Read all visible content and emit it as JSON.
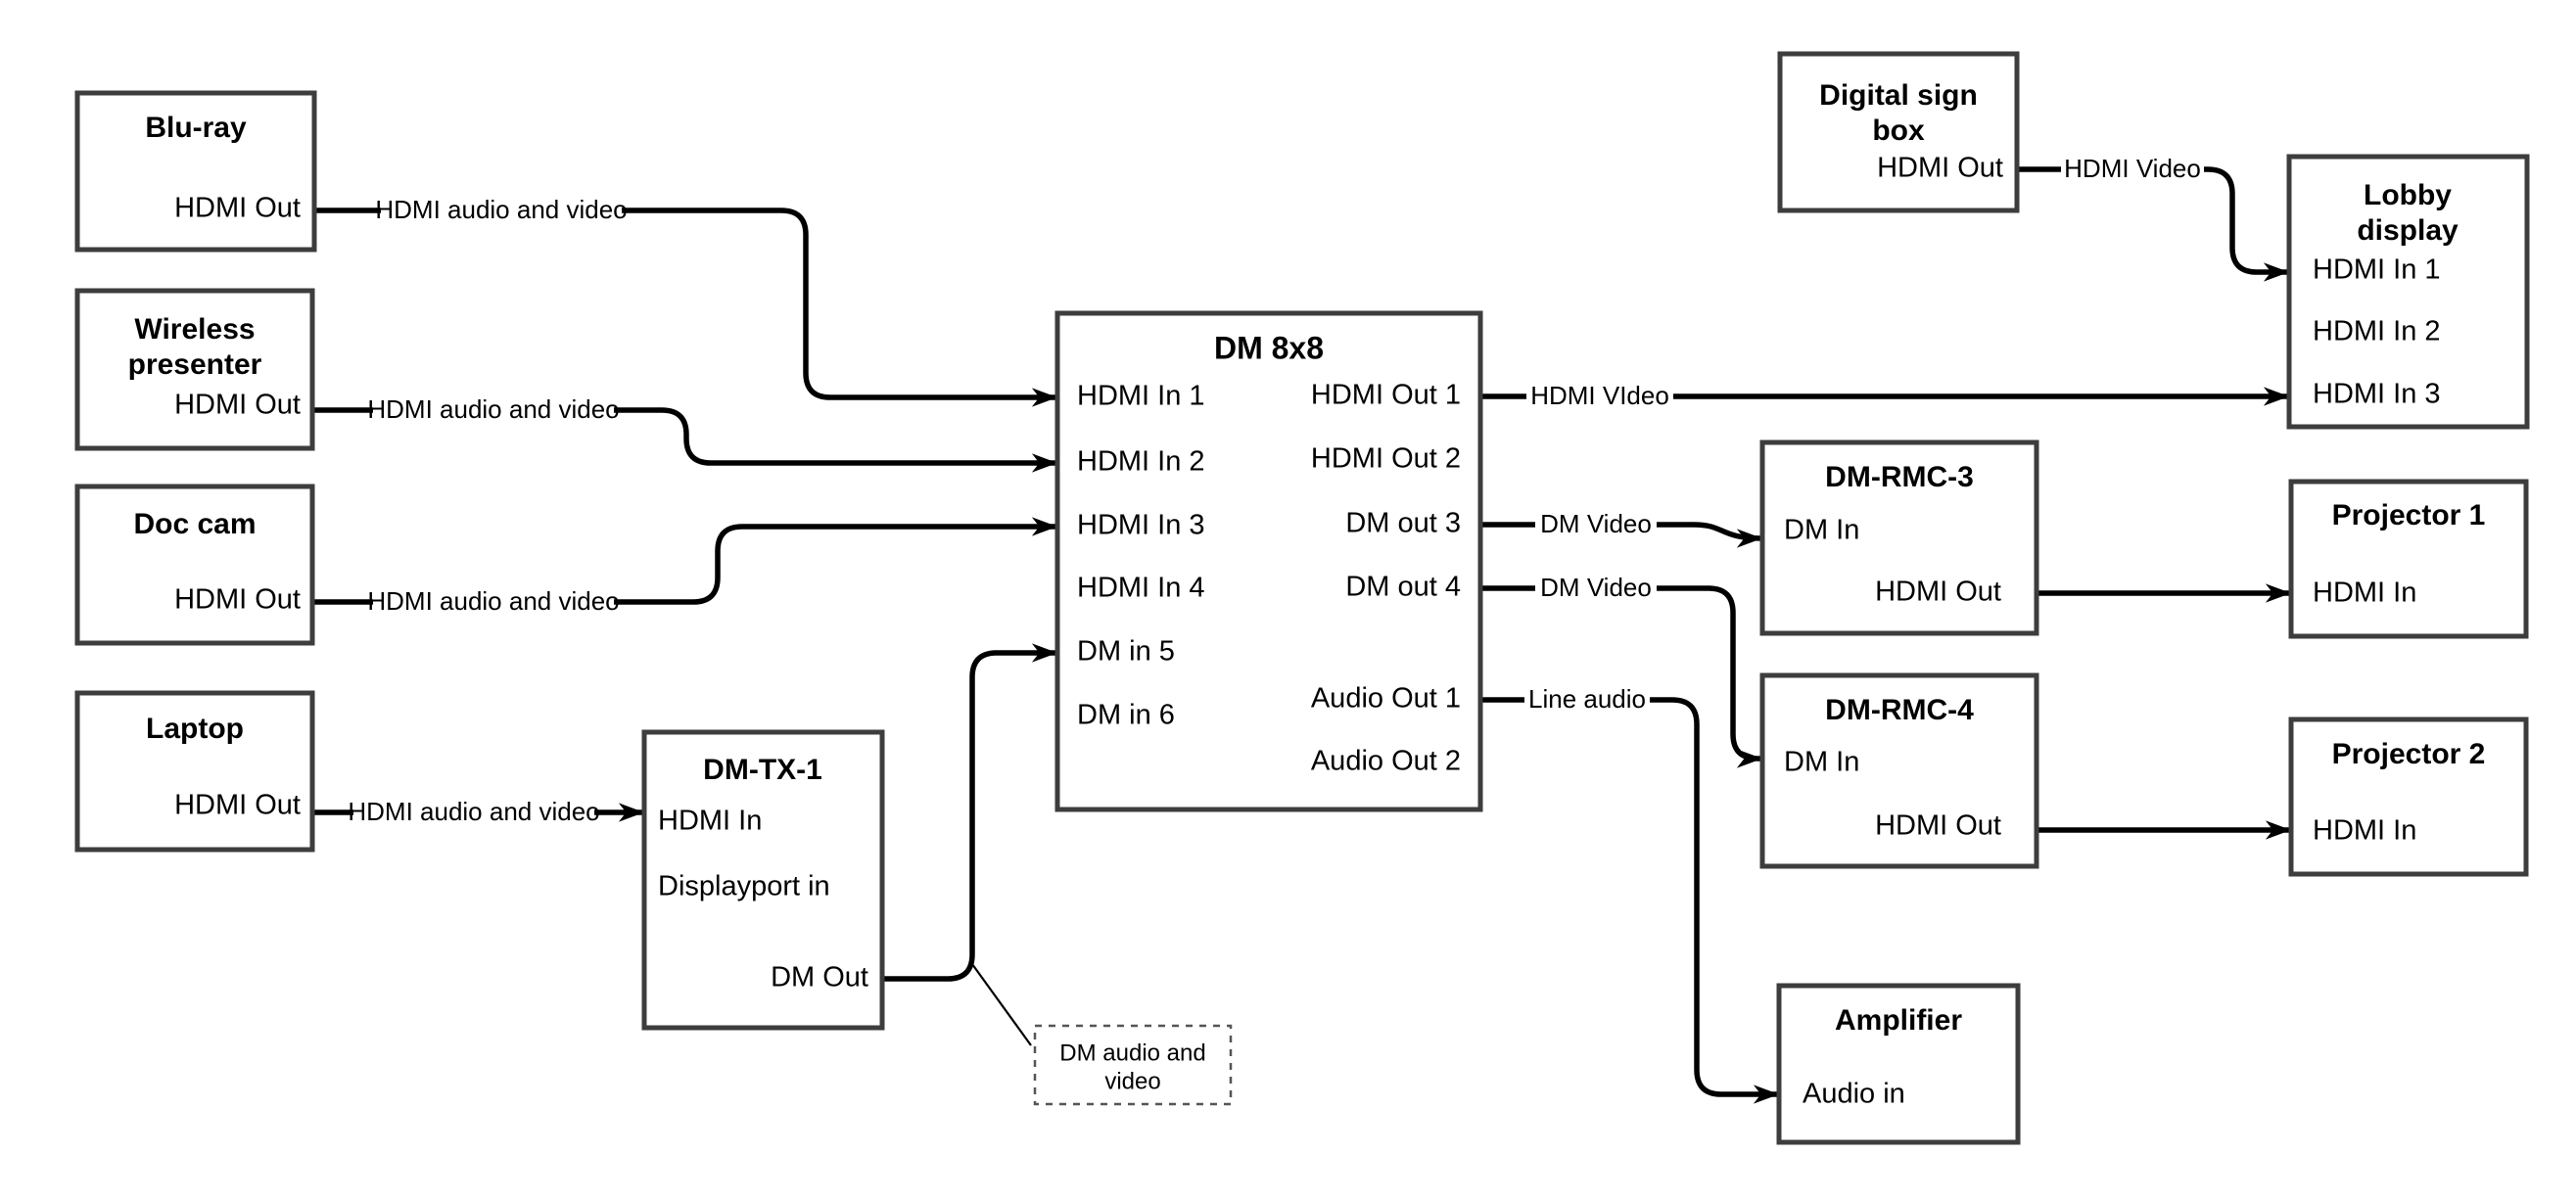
{
  "nodes": {
    "bluray": {
      "title": "Blu-ray",
      "hdmi_out": "HDMI Out"
    },
    "wireless": {
      "title1": "Wireless",
      "title2": "presenter",
      "hdmi_out": "HDMI Out"
    },
    "doccam": {
      "title": "Doc cam",
      "hdmi_out": "HDMI Out"
    },
    "laptop": {
      "title": "Laptop",
      "hdmi_out": "HDMI Out"
    },
    "dmtx1": {
      "title": "DM-TX-1",
      "hdmi_in": "HDMI In",
      "displayport_in": "Displayport in",
      "dm_out": "DM Out"
    },
    "dm8x8": {
      "title": "DM 8x8",
      "hdmi_in_1": "HDMI In 1",
      "hdmi_in_2": "HDMI In 2",
      "hdmi_in_3": "HDMI In 3",
      "hdmi_in_4": "HDMI In 4",
      "dm_in_5": "DM in 5",
      "dm_in_6": "DM in 6",
      "hdmi_out_1": "HDMI Out 1",
      "hdmi_out_2": "HDMI Out 2",
      "dm_out_3": "DM out 3",
      "dm_out_4": "DM out 4",
      "audio_out_1": "Audio Out 1",
      "audio_out_2": "Audio Out 2"
    },
    "digital_sign": {
      "title1": "Digital sign",
      "title2": "box",
      "hdmi_out": "HDMI Out"
    },
    "lobby": {
      "title1": "Lobby",
      "title2": "display",
      "hdmi_in_1": "HDMI In 1",
      "hdmi_in_2": "HDMI In 2",
      "hdmi_in_3": "HDMI In 3"
    },
    "dmrmc3": {
      "title": "DM-RMC-3",
      "dm_in": "DM In",
      "hdmi_out": "HDMI Out"
    },
    "projector1": {
      "title": "Projector 1",
      "hdmi_in": "HDMI In"
    },
    "dmrmc4": {
      "title": "DM-RMC-4",
      "dm_in": "DM In",
      "hdmi_out": "HDMI Out"
    },
    "projector2": {
      "title": "Projector 2",
      "hdmi_in": "HDMI In"
    },
    "amplifier": {
      "title": "Amplifier",
      "audio_in": "Audio in"
    }
  },
  "connections": {
    "bluray_to_dm8x8": "HDMI audio and video",
    "wireless_to_dm8x8": "HDMI audio and video",
    "doccam_to_dm8x8": "HDMI audio and video",
    "laptop_to_dmtx1": "HDMI audio and video",
    "hdmi_out1_to_lobby": "HDMI VIdeo",
    "dm_out3_to_dmrmc3": "DM Video",
    "dm_out4_to_dmrmc4": "DM Video",
    "audio_out1_to_amplifier": "Line audio",
    "digital_sign_to_lobby": "HDMI Video"
  },
  "note": {
    "line1": "DM audio and",
    "line2": "video"
  },
  "colors": {
    "background": "#ffffff",
    "box_border": "#3d3d3d",
    "connector": "#000000",
    "text": "#000000"
  }
}
